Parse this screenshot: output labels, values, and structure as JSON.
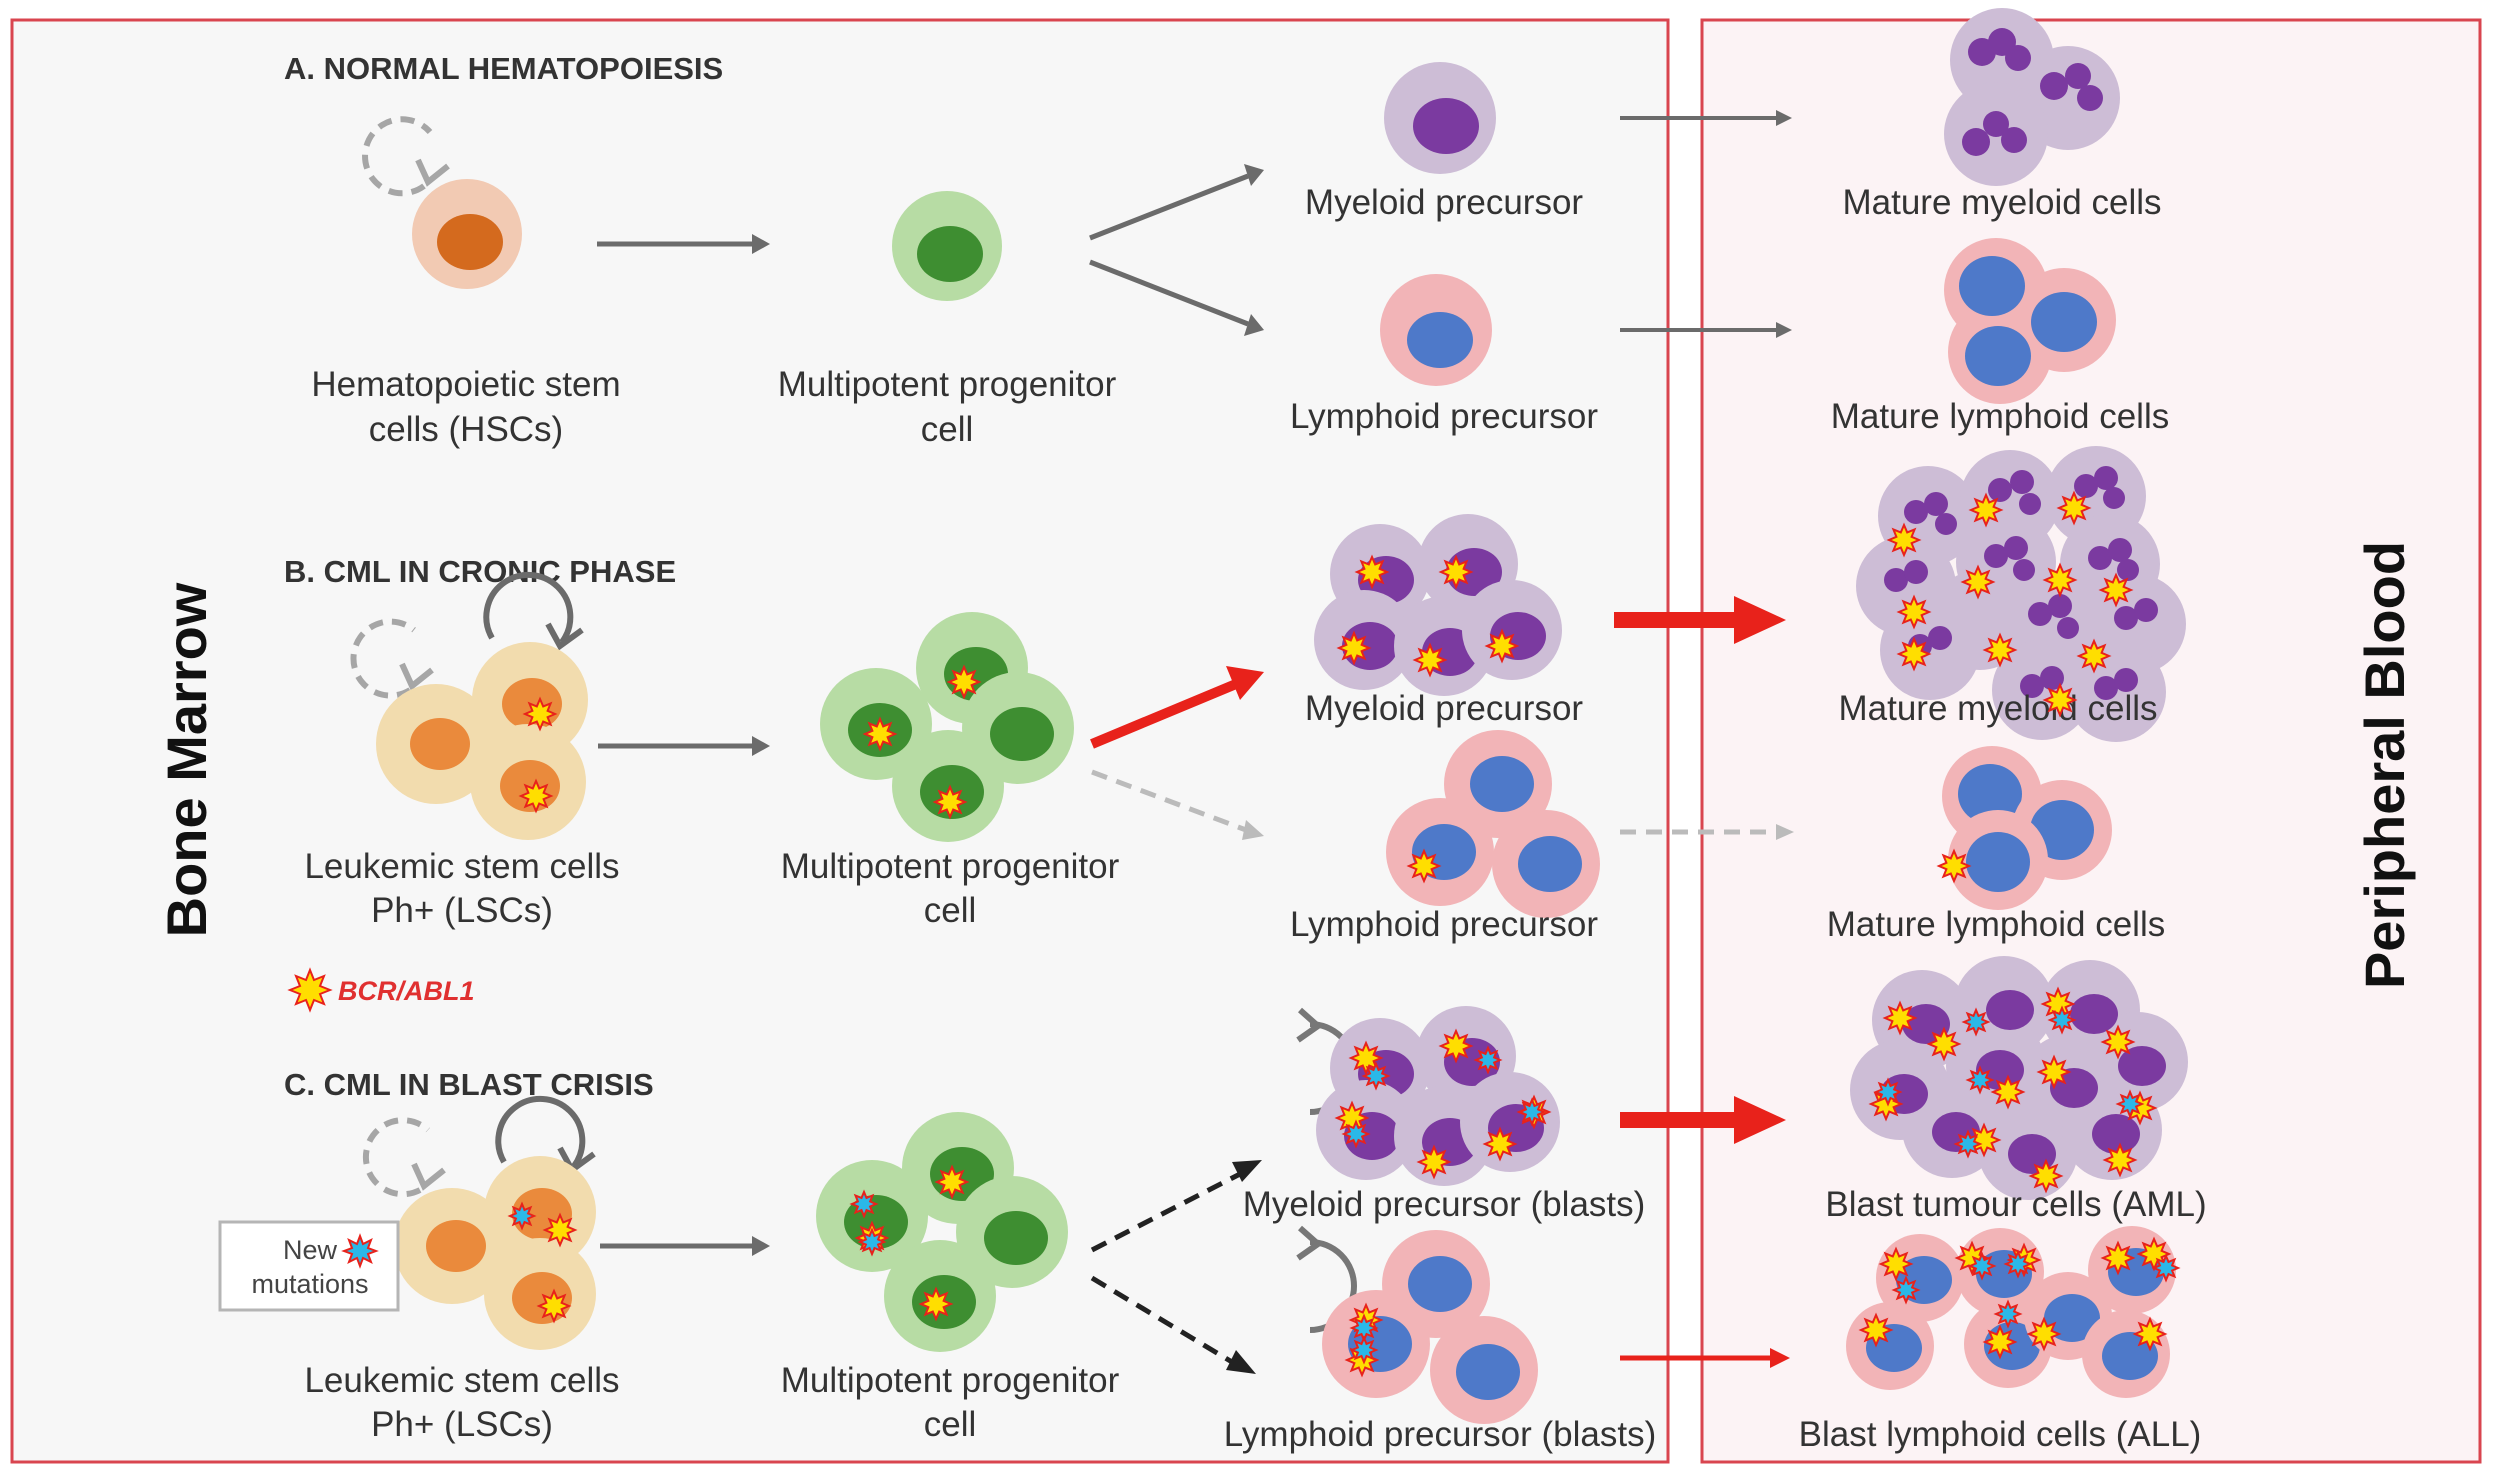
{
  "regions": {
    "bone_marrow": "Bone Marrow",
    "peripheral_blood": "Peripheral Blood"
  },
  "sections": {
    "a": {
      "title": "A. NORMAL HEMATOPOIESIS",
      "hsc_line1": "Hematopoietic stem",
      "hsc_line2": "cells (HSCs)",
      "mpp_line1": "Multipotent progenitor",
      "mpp_line2": "cell",
      "myeloid_precursor": "Myeloid precursor",
      "lymphoid_precursor": "Lymphoid precursor",
      "mature_myeloid": "Mature myeloid cells",
      "mature_lymphoid": "Mature lymphoid cells"
    },
    "b": {
      "title": "B. CML IN CRONIC PHASE",
      "lsc_line1": "Leukemic stem cells",
      "lsc_line2": "Ph+ (LSCs)",
      "mpp_line1": "Multipotent progenitor",
      "mpp_line2": "cell",
      "myeloid_precursor": "Myeloid precursor",
      "lymphoid_precursor": "Lymphoid precursor",
      "mature_myeloid": "Mature myeloid cells",
      "mature_lymphoid": "Mature lymphoid cells",
      "legend_label": "BCR/ABL1"
    },
    "c": {
      "title": "C. CML IN BLAST CRISIS",
      "lsc_line1": "Leukemic stem cells",
      "lsc_line2": "Ph+ (LSCs)",
      "mpp_line1": "Multipotent progenitor",
      "mpp_line2": "cell",
      "myeloid_precursor": "Myeloid precursor (blasts)",
      "lymphoid_precursor": "Lymphoid precursor (blasts)",
      "blast_aml": "Blast tumour cells (AML)",
      "blast_all": "Blast lymphoid cells (ALL)",
      "new_mutations_line1": "New",
      "new_mutations_line2": "mutations"
    }
  },
  "colors": {
    "region_border": "#d9454f",
    "bone_marrow_bg": "#f7f7f7",
    "peripheral_bg": "#fcf3f5",
    "arrow_gray": "#6b6b6b",
    "arrow_red": "#e8221b",
    "arrow_black": "#222222",
    "hsc_orange": "#e07a2a",
    "progenitor_green": "#3e8e31",
    "myeloid_purple": "#7b3aa0",
    "lymphoid_blue": "#4e79c9",
    "bcr_abl_yellow": "#ffde00",
    "mutation_cyan": "#2bb8e8"
  }
}
